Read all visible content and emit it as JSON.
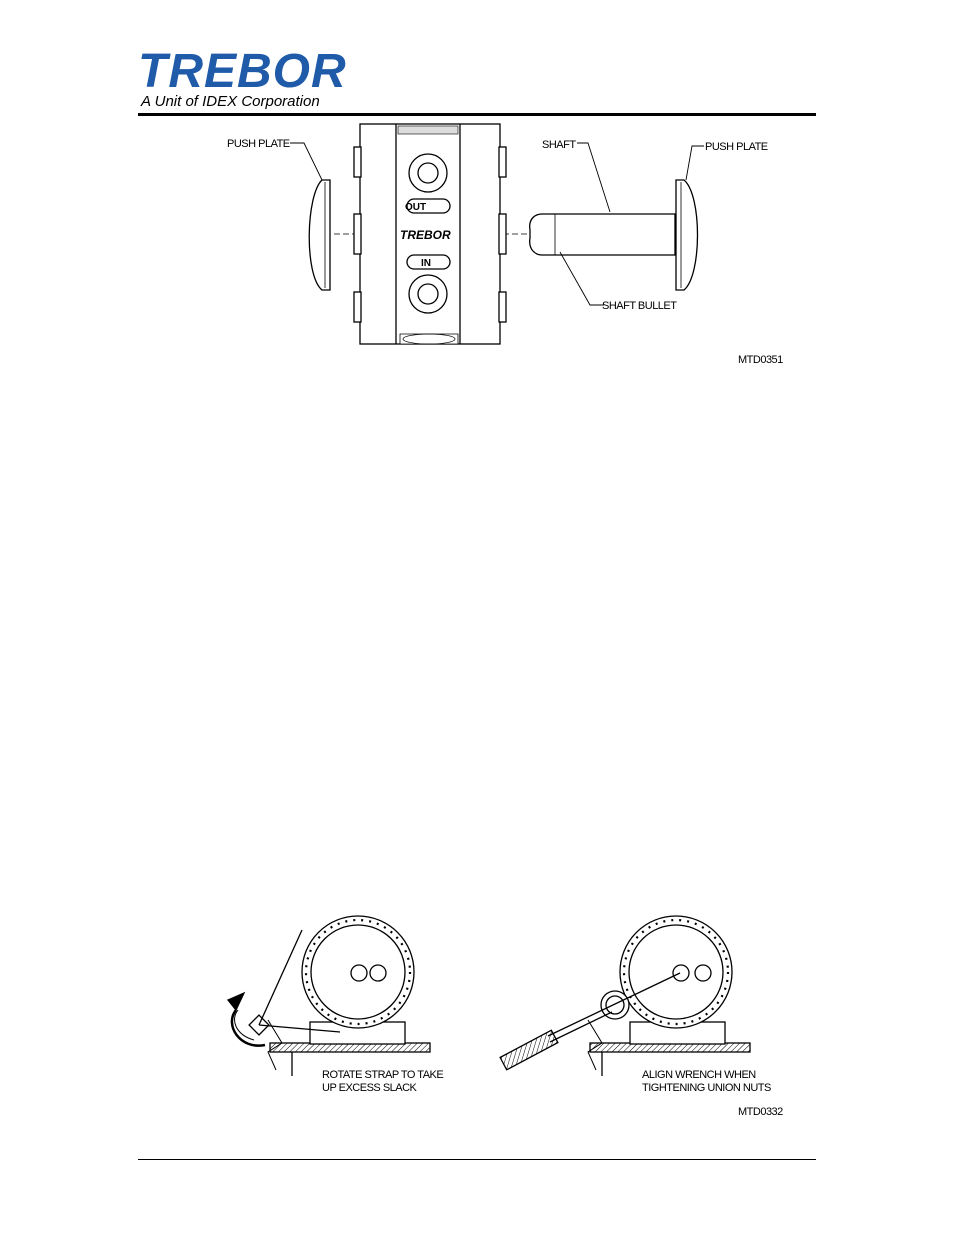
{
  "brand": {
    "name": "TREBOR",
    "subtitle": "A Unit of IDEX Corporation",
    "color": "#1f5ba8"
  },
  "figure1": {
    "labels": {
      "push_plate_left": "PUSH PLATE",
      "shaft": "SHAFT",
      "push_plate_right": "PUSH PLATE",
      "shaft_bullet": "SHAFT BULLET",
      "out": "OUT",
      "in": "IN",
      "body_logo": "TREBOR",
      "code": "MTD0351"
    }
  },
  "figure2": {
    "left_caption_line1": "ROTATE STRAP TO TAKE",
    "left_caption_line2": "UP EXCESS SLACK",
    "right_caption_line1": "ALIGN WRENCH WHEN",
    "right_caption_line2": "TIGHTENING UNION NUTS",
    "code": "MTD0332"
  }
}
